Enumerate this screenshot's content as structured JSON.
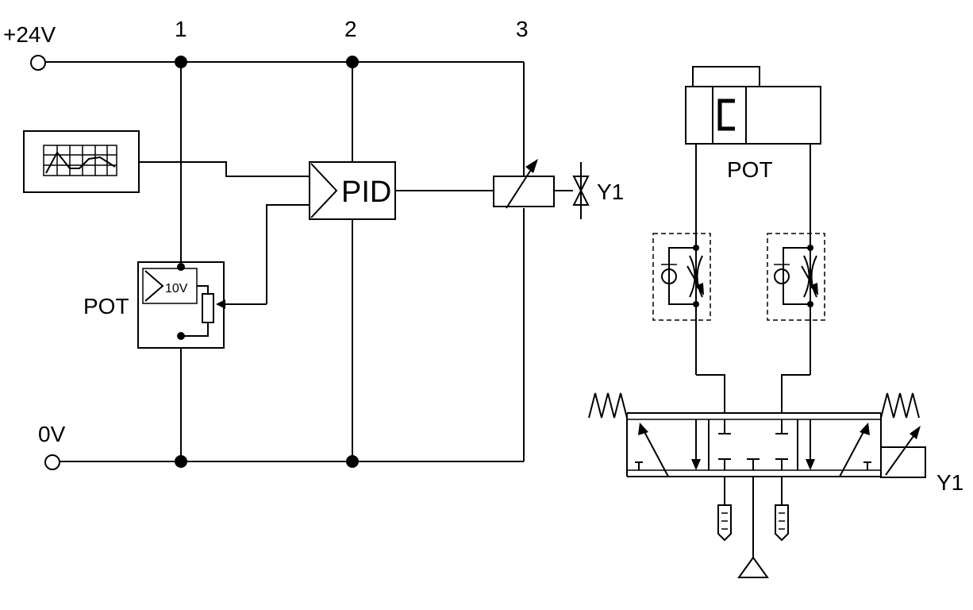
{
  "rails": {
    "supply_label": "+24V",
    "ground_label": "0V"
  },
  "nodes": [
    "1",
    "2",
    "3"
  ],
  "pid": {
    "label": "PID"
  },
  "pot_sensor": {
    "label": "POT",
    "reference_voltage": "10V"
  },
  "solenoid": {
    "label": "Y1"
  },
  "pneumatic": {
    "pot_label": "POT",
    "valve_solenoid_label": "Y1"
  }
}
